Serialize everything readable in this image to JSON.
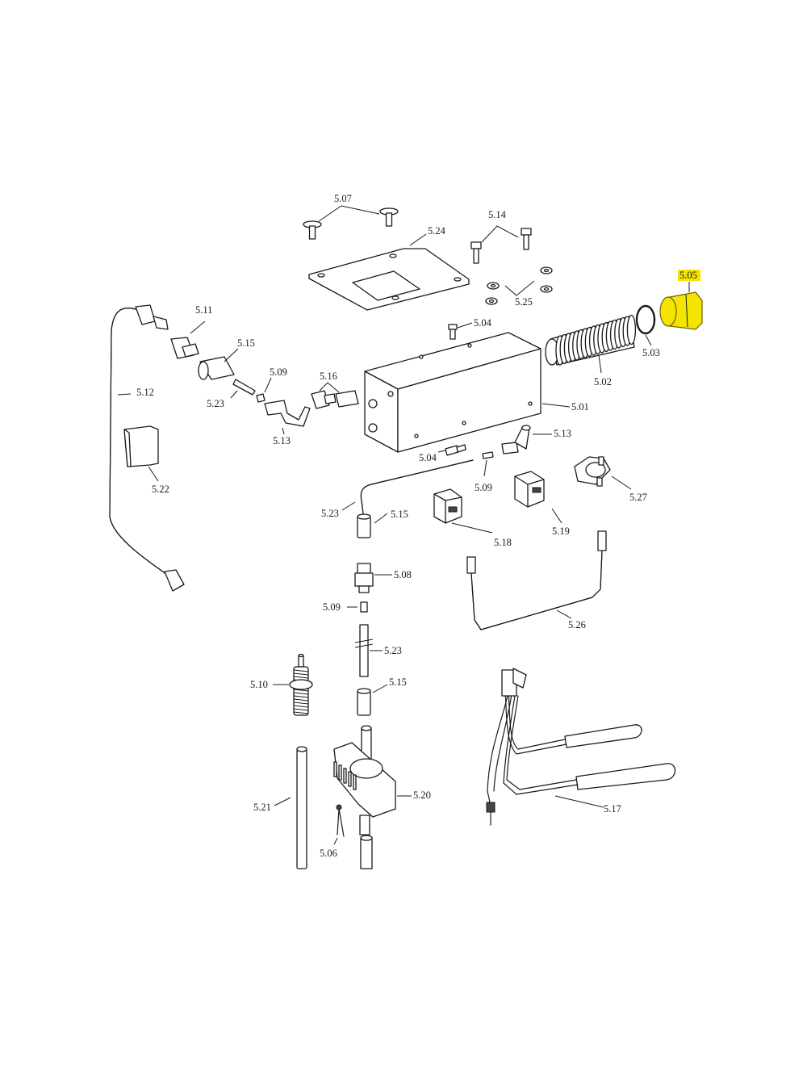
{
  "highlight_color": "#f5e400",
  "highlighted_part": "5.05",
  "labels": {
    "p507": "5.07",
    "p514": "5.14",
    "p524": "5.24",
    "p505": "5.05",
    "p525": "5.25",
    "p511": "5.11",
    "p504a": "5.04",
    "p503": "5.03",
    "p515a": "5.15",
    "p512": "5.12",
    "p509a": "5.09",
    "p516": "5.16",
    "p502": "5.02",
    "p523a": "5.23",
    "p501": "5.01",
    "p513a": "5.13",
    "p513b": "5.13",
    "p504b": "5.04",
    "p509b": "5.09",
    "p527": "5.27",
    "p522": "5.22",
    "p523b": "5.23",
    "p515b": "5.15",
    "p518": "5.18",
    "p519": "5.19",
    "p508": "5.08",
    "p509c": "5.09",
    "p526": "5.26",
    "p523c": "5.23",
    "p510": "5.10",
    "p515c": "5.15",
    "p520": "5.20",
    "p517": "5.17",
    "p521": "5.21",
    "p506": "5.06"
  }
}
